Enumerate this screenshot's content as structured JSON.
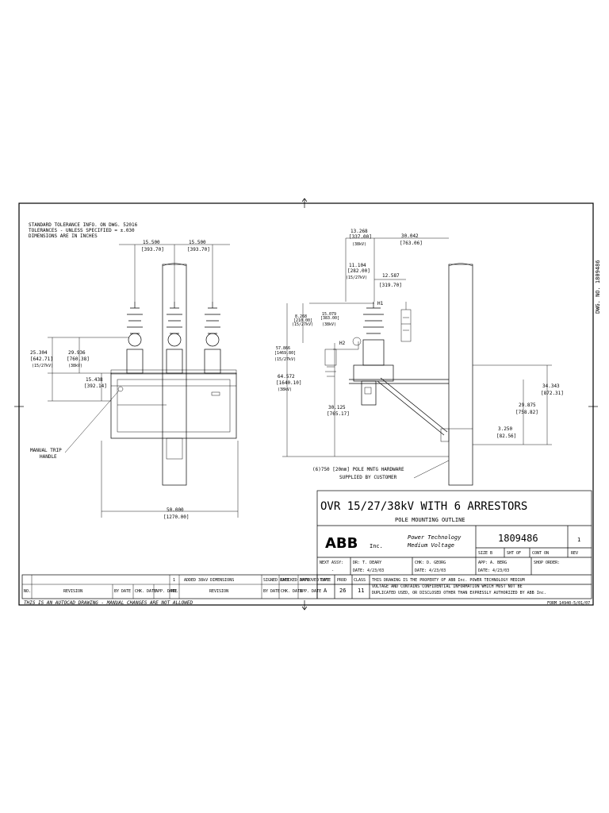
{
  "notes": {
    "line1": "STANDARD TOLERANCE INFO. ON DWG. 52016",
    "line2": "TOLERANCES - UNLESS SPECIFIED = ±.030",
    "line3": "DIMENSIONS ARE IN INCHES"
  },
  "dwg_side": "DWG. NO. 1809486",
  "front_dims": {
    "d1_in": "15.500",
    "d1_mm": "[393.70]",
    "d2_in": "15.500",
    "d2_mm": "[393.70]",
    "h1_in": "25.304",
    "h1_mm": "[642.71]",
    "h1_kv": "(15/27kV)",
    "h2_in": "29.936",
    "h2_mm": "[760.38]",
    "h2_kv": "(38kV)",
    "h3_in": "15.438",
    "h3_mm": "[392.14]",
    "w_in": "50.000",
    "w_mm": "[1270.00]",
    "trip1": "MANUAL TRIP",
    "trip2": "HANDLE"
  },
  "side_dims": {
    "a_in": "13.268",
    "a_mm": "[337.00]",
    "a_kv": "(38kV)",
    "b_in": "11.104",
    "b_mm": "[282.00]",
    "b_kv": "(15/27kV)",
    "c_in": "30.042",
    "c_mm": "[763.06]",
    "d_in": "12.587",
    "d_mm": "[319.70]",
    "e_in": "8.268",
    "e_mm": "[210.00]",
    "e_kv": "(15/27kV)",
    "f_in": "15.079",
    "f_mm": "[383.00]",
    "f_kv": "(38kV)",
    "g_in": "57.866",
    "g_mm": "[1469.80]",
    "g_kv": "(15/27kV)",
    "h_in": "64.572",
    "h_mm": "[1640.10]",
    "h_kv": "(38kV)",
    "i_in": "30.125",
    "i_mm": "[765.17]",
    "j_in": "34.343",
    "j_mm": "[872.31]",
    "k_in": "29.875",
    "k_mm": "[758.82]",
    "l_in": "3.250",
    "l_mm": "[82.56]",
    "h1": "H1",
    "h2": "H2",
    "hw1": "(6)750 [20mm] POLE MNTG HARDWARE",
    "hw2": "SUPPLIED BY CUSTOMER"
  },
  "title_block": {
    "title": "OVR 15/27/38kV WITH 6 ARRESTORS",
    "subtitle": "POLE MOUNTING OUTLINE",
    "logo": "ABB",
    "inc": "Inc.",
    "company1": "Power Technology",
    "company2": "Medium Voltage",
    "dwg_no": "1809486",
    "rev": "1",
    "rev_label": "REV",
    "size": "SIZE B",
    "sheet": "SHT OF",
    "cont_on": "CONT ON",
    "next_assy": "NEXT ASSY:",
    "next_assy_val": "-",
    "drawn_by": "DR: T. DEARY",
    "checked_by": "CHK: D. GEORG",
    "drawn_date": "DATE: 4/23/03",
    "checked_date": "DATE: 4/23/03",
    "approved_by": "APP: A. BERG",
    "approved_date": "DATE: 4/23/03",
    "shop_order": "SHOP ORDER:",
    "type_label": "TYPE",
    "type_val": "A",
    "prod_label": "PROD",
    "prod_val": "26",
    "class_label": "CLASS",
    "class_val": "11",
    "prop1": "THIS DRAWING IS THE PROPERTY OF ABB Inc. POWER TECHNOLOGY MEDIUM",
    "prop2": "VOLTAGE AND CONTAINS CONFIDENTIAL INFORMATION WHICH MUST NOT BE",
    "prop3": "DUPLICATED USED, OR DISCLOSED OTHER THAN EXPRESSLY AUTHORIZED BY ABB Inc."
  },
  "revision_block": {
    "rev_no": "1",
    "description": "ADDED 38kV DIMENSIONS",
    "col_no": "NO.",
    "col_rev": "REVISION",
    "col_by": "BY DATE",
    "col_chk": "CHK. DATE",
    "col_app": "APP. DATE",
    "col_sign1": "SIGNED DATE",
    "col_sign2": "CHECKED DATE",
    "col_sign3": "APPROVED DATE"
  },
  "footer": "THIS IS AN AUTOCAD DRAWING - MANUAL CHANGES ARE NOT ALLOWED",
  "form_no": "FORM 14940-5/01/07"
}
